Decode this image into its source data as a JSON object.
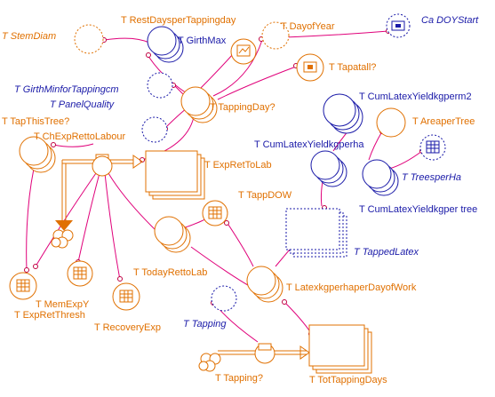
{
  "labels": {
    "stem_diam": "T StemDiam",
    "rest_days": "T RestDaysperTappingday",
    "day_of_year": "T DayofYear",
    "doy_start": "Ca DOYStart",
    "girth_max": "T GirthMax",
    "tapatall": "T Tapatall?",
    "girth_min": "T GirthMinforTappingcm",
    "panel_quality": "T PanelQuality",
    "tapping_day": "T TappingDay?",
    "cum_latex_m2": "T CumLatexYieldkgperm2",
    "tap_this_tree": "T TapThisTree?",
    "chexp": "T ChExpRettoLabour",
    "area_per_tree": "T AreaperTree",
    "exp_ret_lab": "T ExpRetToLab",
    "cum_latex_ha": "T CumLatexYieldkgperha",
    "trees_per_ha": "T TreesperHa",
    "tapp_dow": "T TappDOW",
    "cum_latex_tree": "T CumLatexYieldkgper tree",
    "tapped_latex": "T TappedLatex",
    "today_ret": "T TodayRettoLab",
    "latex_per_day": "T LatexkgperhaperDayofWork",
    "mem_exp": "T MemExpY",
    "exp_ret_thresh": "T ExpRetThresh",
    "recovery_exp": "T RecoveryExp",
    "tapping": "T Tapping",
    "tapping_q": "T Tapping?",
    "tot_tapping_days": "T TotTappingDays"
  },
  "colors": {
    "local": "#e07000",
    "external": "#1a1aa8",
    "link": "#e0007a"
  }
}
